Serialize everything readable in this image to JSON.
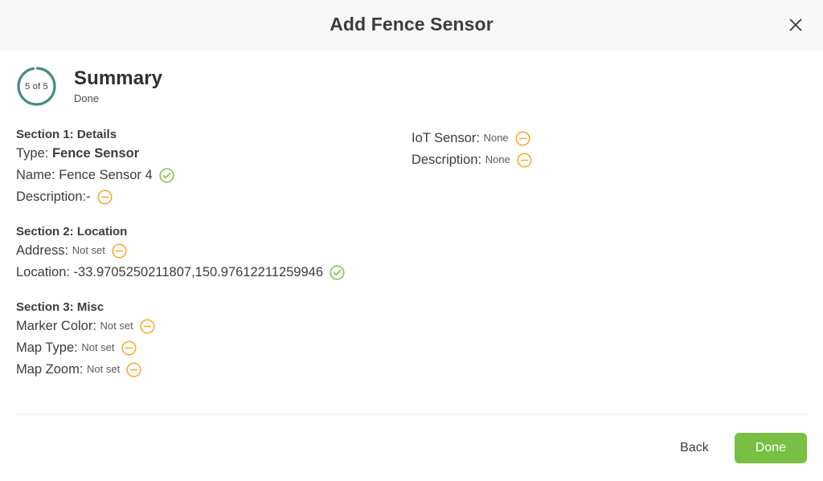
{
  "header": {
    "title": "Add Fence Sensor",
    "close_icon": "close-icon"
  },
  "step": {
    "counter": "5 of 5",
    "title": "Summary",
    "subtitle": "Done",
    "current": 5,
    "total": 5,
    "ring_color": "#3f8d80"
  },
  "status_icons": {
    "ok": {
      "name": "check-circle-icon",
      "color": "#7ac143"
    },
    "empty": {
      "name": "minus-circle-icon",
      "color": "#f5a623"
    }
  },
  "summary": {
    "left": [
      {
        "heading": "Section 1: Details",
        "rows": [
          {
            "label": "Type: ",
            "value": "Fence Sensor",
            "value_style": "bold",
            "status": "none"
          },
          {
            "label": "Name: ",
            "value": "Fence Sensor 4",
            "value_style": "normal",
            "status": "ok"
          },
          {
            "label": "Description:",
            "value": "-",
            "value_style": "normal",
            "status": "empty"
          }
        ]
      },
      {
        "heading": "Section 2: Location",
        "rows": [
          {
            "label": "Address: ",
            "value": "Not set",
            "value_style": "muted",
            "status": "empty"
          },
          {
            "label": "Location: ",
            "value": "-33.9705250211807,150.97612211259946",
            "value_style": "normal",
            "status": "ok"
          }
        ]
      },
      {
        "heading": "Section 3: Misc",
        "rows": [
          {
            "label": "Marker Color: ",
            "value": "Not set",
            "value_style": "muted",
            "status": "empty"
          },
          {
            "label": "Map Type: ",
            "value": "Not set",
            "value_style": "muted",
            "status": "empty"
          },
          {
            "label": "Map Zoom: ",
            "value": "Not set",
            "value_style": "muted",
            "status": "empty"
          }
        ]
      }
    ],
    "right": [
      {
        "heading": "",
        "rows": [
          {
            "label": "IoT Sensor: ",
            "value": "None",
            "value_style": "muted",
            "status": "empty"
          },
          {
            "label": "Description: ",
            "value": "None",
            "value_style": "muted",
            "status": "empty"
          }
        ]
      }
    ]
  },
  "footer": {
    "back_label": "Back",
    "done_label": "Done",
    "done_color": "#77c043"
  }
}
